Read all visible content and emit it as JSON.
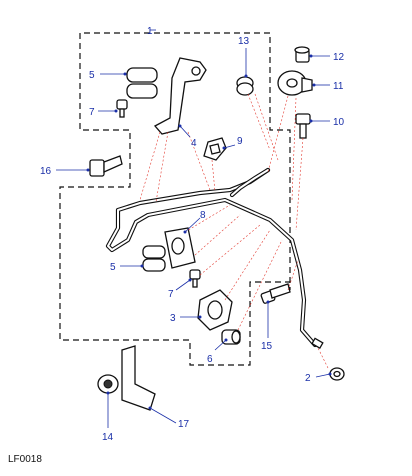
{
  "figure": {
    "code": "LF0018"
  },
  "callouts": {
    "c1": "1",
    "c2": "2",
    "c3": "3",
    "c4": "4",
    "c5a": "5",
    "c5b": "5",
    "c6": "6",
    "c7a": "7",
    "c7b": "7",
    "c8": "8",
    "c9": "9",
    "c10": "10",
    "c11": "11",
    "c12": "12",
    "c13": "13",
    "c14": "14",
    "c15": "15",
    "c16": "16",
    "c17": "17"
  }
}
